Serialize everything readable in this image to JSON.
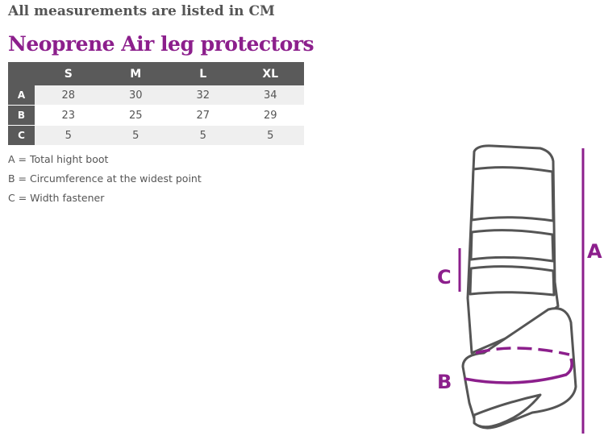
{
  "header": {
    "intro": "All measurements are listed in CM",
    "title": "Neoprene Air leg protectors"
  },
  "table": {
    "columns": [
      "",
      "S",
      "M",
      "L",
      "XL"
    ],
    "rows": [
      {
        "label": "A",
        "values": [
          "28",
          "30",
          "32",
          "34"
        ]
      },
      {
        "label": "B",
        "values": [
          "23",
          "25",
          "27",
          "29"
        ]
      },
      {
        "label": "C",
        "values": [
          "5",
          "5",
          "5",
          "5"
        ]
      }
    ]
  },
  "legend": [
    "A = Total hight boot",
    "B = Circumference at the widest point",
    "C = Width fastener"
  ],
  "diagram": {
    "label_a": "A",
    "label_b": "B",
    "label_c": "C"
  },
  "colors": {
    "accent": "#8c1f8c",
    "header_bg": "#5a5a5a",
    "text": "#555555",
    "row_alt": "#efefef"
  }
}
